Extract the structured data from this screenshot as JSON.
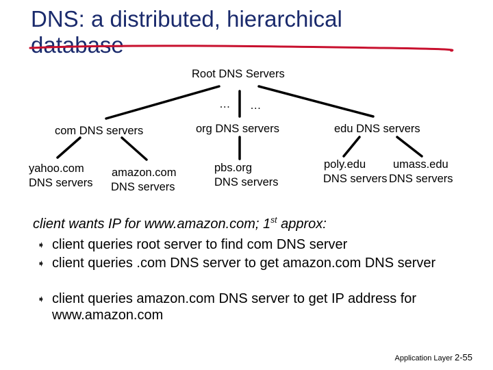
{
  "slide": {
    "title": "DNS: a distributed, hierarchical database",
    "accent_color": "#c8102e",
    "title_color": "#1a2a6c"
  },
  "diagram": {
    "root": "Root DNS Servers",
    "ellipsis_left": "…",
    "ellipsis_right": "…",
    "tld": {
      "com": "com DNS servers",
      "org": "org DNS servers",
      "edu": "edu DNS servers"
    },
    "leaves": {
      "yahoo": [
        "yahoo.com",
        "DNS servers"
      ],
      "amazon": [
        "amazon.com",
        "DNS servers"
      ],
      "pbs": [
        "pbs.org",
        "DNS servers"
      ],
      "poly": [
        "poly.edu",
        "DNS servers"
      ],
      "umass": [
        "umass.edu",
        "DNS servers"
      ]
    }
  },
  "client_line": {
    "text": "client wants IP for www.amazon.com; 1",
    "sup": "st",
    "suffix": " approx:"
  },
  "bullets": [
    "client queries root server to find com DNS server",
    "client queries .com DNS server to get amazon.com DNS server",
    "client queries amazon.com DNS server to get  IP address for www.amazon.com"
  ],
  "bullet_icon": "arrow-bullet-icon",
  "footer": {
    "label": "Application Layer",
    "page": "2-55"
  }
}
